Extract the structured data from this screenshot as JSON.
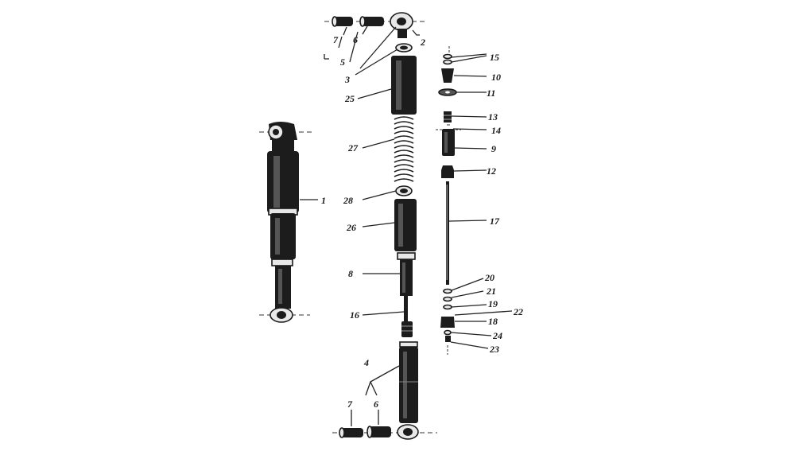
{
  "diagram": {
    "type": "exploded-parts-drawing",
    "callouts": {
      "c1": "1",
      "c2": "2",
      "c3": "3",
      "c4": "4",
      "c5": "5",
      "c6a": "6",
      "c6b": "6",
      "c7a": "7",
      "c7b": "7",
      "c8": "8",
      "c9": "9",
      "c10": "10",
      "c11": "11",
      "c12": "12",
      "c13": "13",
      "c14": "14",
      "c15": "15",
      "c16": "16",
      "c17": "17",
      "c18": "18",
      "c19": "19",
      "c20": "20",
      "c21": "21",
      "c22": "22",
      "c23": "23",
      "c24": "24",
      "c25": "25",
      "c26": "26",
      "c27": "27",
      "c28": "28"
    }
  }
}
